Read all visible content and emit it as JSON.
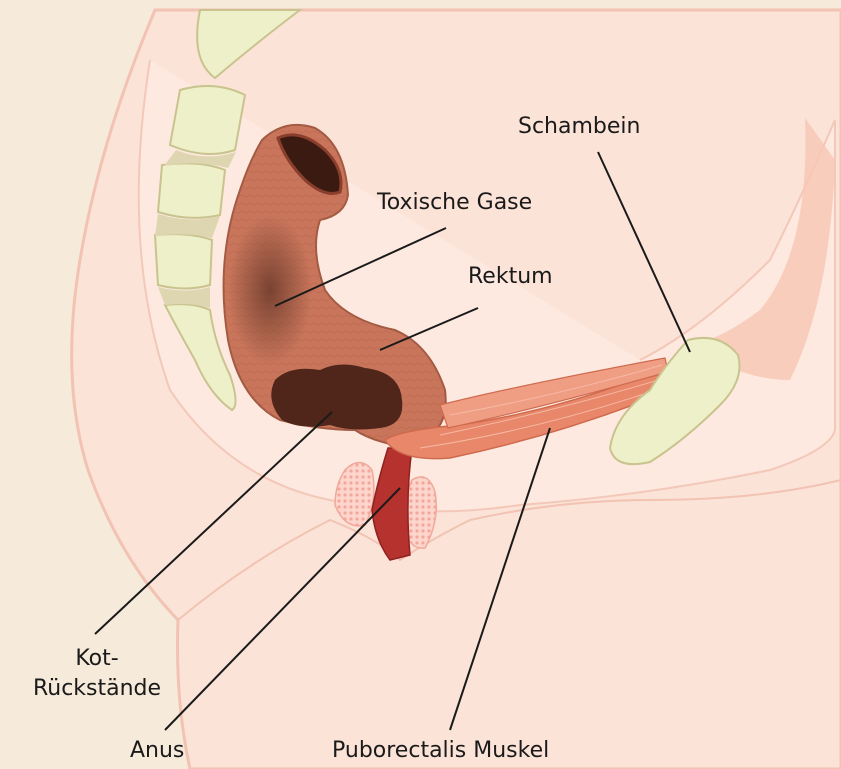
{
  "labels": {
    "schambein": "Schambein",
    "toxische_gase": "Toxische Gase",
    "rektum": "Rektum",
    "kot_line1": "Kot-",
    "kot_line2": "Rückstände",
    "anus": "Anus",
    "puborectalis": "Puborectalis Muskel"
  },
  "colors": {
    "background": "#f6eadb",
    "body_skin": "#f9dcd1",
    "body_outline": "#f2c3b2",
    "bone": "#eef0c9",
    "bone_outline": "#c9c38e",
    "rectum": "#c8755b",
    "feces": "#4f2619",
    "muscle": "#e8876a",
    "anal_canal": "#b5322f",
    "leader_line": "#1a1a1a"
  }
}
